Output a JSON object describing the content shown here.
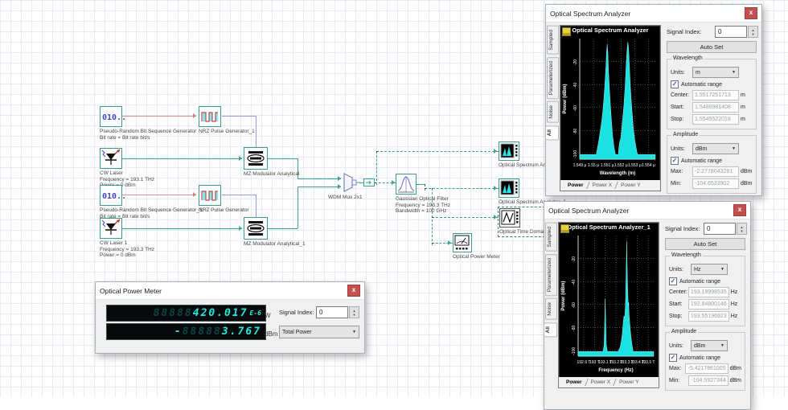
{
  "icons": {
    "close": "x",
    "spin_up": "▲",
    "spin_down": "▼",
    "dropdown": "▼",
    "check": "✓"
  },
  "canvas": {
    "prbs1": {
      "name": "Pseudo-Random Bit Sequence Generator",
      "param": "Bit rate = Bit rate  bit/s"
    },
    "nrz1": {
      "name": "NRZ Pulse Generator_1"
    },
    "cw1": {
      "name": "CW Laser",
      "p1": "Frequency = 193.1  THz",
      "p2": "Power = 0  dBm"
    },
    "mz1": {
      "name": "MZ Modulator Analytical"
    },
    "prbs2": {
      "name": "Pseudo-Random Bit Sequence Generator_1",
      "param": "Bit rate = Bit rate  bit/s"
    },
    "nrz2": {
      "name": "NRZ Pulse Generator"
    },
    "cw2": {
      "name": "CW Laser 1",
      "p1": "Frequency = 193.3  THz",
      "p2": "Power = 0  dBm"
    },
    "mz2": {
      "name": "MZ Modulator Analytical_1"
    },
    "mux": {
      "name": "WDM Mux 2x1"
    },
    "filter": {
      "name": "Gaussian Optical Filter",
      "p1": "Frequency = 193.3  THz",
      "p2": "Bandwidth = 100  GHz"
    },
    "osa1": {
      "name": "Optical Spectrum Analyzer"
    },
    "osa2": {
      "name": "Optical Spectrum Analyzer_1"
    },
    "otdv": {
      "name": "Optical Time Domain"
    },
    "opm": {
      "name": "Optical Power Meter"
    }
  },
  "windows": {
    "osa_common": {
      "side_tabs": [
        "Sampled",
        "Parameterized",
        "Noise",
        "All"
      ],
      "bottom_tabs": [
        "Power",
        "Power X",
        "Power Y"
      ]
    },
    "osa1": {
      "title": "Optical Spectrum Analyzer",
      "plot_title": "Optical Spectrum Analyzer",
      "signal_index_label": "Signal Index:",
      "signal_index_value": "0",
      "auto_set": "Auto Set",
      "wavelength": {
        "legend": "Wavelength",
        "units_label": "Units:",
        "units_value": "m",
        "auto_range": "Automatic range",
        "center_label": "Center:",
        "center_value": "1.5517251713",
        "center_unit": "m",
        "start_label": "Start:",
        "start_value": "1.5488981408",
        "start_unit": "m",
        "stop_label": "Stop:",
        "stop_value": "1.5545522018",
        "stop_unit": "m"
      },
      "amplitude": {
        "legend": "Amplitude",
        "units_label": "Units:",
        "units_value": "dBm",
        "auto_range": "Automatic range",
        "max_label": "Max:",
        "max_value": "-2.2778043281",
        "max_unit": "dBm",
        "min_label": "Min:",
        "min_value": "-104.6533902",
        "min_unit": "dBm"
      }
    },
    "osa2": {
      "title": "Optical Spectrum Analyzer",
      "plot_title": "Optical Spectrum Analyzer_1",
      "signal_index_label": "Signal Index:",
      "signal_index_value": "0",
      "auto_set": "Auto Set",
      "wavelength": {
        "legend": "Wavelength",
        "units_label": "Units:",
        "units_value": "Hz",
        "auto_range": "Automatic range",
        "center_label": "Center:",
        "center_value": "193.19998535",
        "center_unit": "Hz",
        "start_label": "Start:",
        "start_value": "192.84800146",
        "start_unit": "Hz",
        "stop_label": "Stop:",
        "stop_value": "193.55196923",
        "stop_unit": "Hz"
      },
      "amplitude": {
        "legend": "Amplitude",
        "units_label": "Units:",
        "units_value": "dBm",
        "auto_range": "Automatic range",
        "max_label": "Max:",
        "max_value": "-5.4217861005",
        "max_unit": "dBm",
        "min_label": "Min:",
        "min_value": "-104.5927344",
        "min_unit": "dBm"
      }
    },
    "power_meter": {
      "title": "Optical Power Meter",
      "display_w": {
        "ghost": "88888",
        "value": "420.017",
        "exp": "E-6",
        "unit": "W"
      },
      "display_dbm": {
        "sign": "-",
        "ghost": "88888",
        "value": "3.767",
        "unit": "dBm"
      },
      "signal_index_label": "Signal Index:",
      "signal_index_value": "0",
      "mode_value": "Total Power"
    }
  },
  "chart_data": [
    {
      "type": "area",
      "title": "Optical Spectrum Analyzer",
      "xlabel": "Wavelength (m)",
      "ylabel": "Power (dBm)",
      "x_unit": "μm",
      "xlim": [
        1.549,
        1.5545
      ],
      "ylim": [
        0,
        -105
      ],
      "grid": true,
      "xticks": [
        {
          "v": 1.549,
          "label": "1.549 μ"
        },
        {
          "v": 1.55,
          "label": "1.55 μ"
        },
        {
          "v": 1.551,
          "label": "1.551 μ"
        },
        {
          "v": 1.552,
          "label": "1.552 μ"
        },
        {
          "v": 1.553,
          "label": "1.553 μ"
        },
        {
          "v": 1.554,
          "label": "1.554 μ"
        }
      ],
      "yticks": [
        {
          "v": -20,
          "label": "-20"
        },
        {
          "v": -40,
          "label": "-40"
        },
        {
          "v": -60,
          "label": "-60"
        },
        {
          "v": -80,
          "label": "-80"
        },
        {
          "v": -100,
          "label": "-100"
        }
      ],
      "series": [
        {
          "name": "Power",
          "color": "#1ae2e2",
          "points": [
            [
              1.549,
              -101
            ],
            [
              1.5502,
              -101
            ],
            [
              1.5504,
              -88
            ],
            [
              1.5506,
              -72
            ],
            [
              1.5507,
              -60
            ],
            [
              1.5508,
              -45
            ],
            [
              1.5509,
              -25
            ],
            [
              1.55095,
              -12
            ],
            [
              1.551,
              -5
            ],
            [
              1.55105,
              -12
            ],
            [
              1.5511,
              -30
            ],
            [
              1.5512,
              -52
            ],
            [
              1.5513,
              -70
            ],
            [
              1.5514,
              -85
            ],
            [
              1.5515,
              -95
            ],
            [
              1.5516,
              -101
            ],
            [
              1.5518,
              -101
            ],
            [
              1.55185,
              -95
            ],
            [
              1.5519,
              -90
            ],
            [
              1.552,
              -86
            ],
            [
              1.5521,
              -72
            ],
            [
              1.5522,
              -60
            ],
            [
              1.5523,
              -42
            ],
            [
              1.5524,
              -18
            ],
            [
              1.55245,
              -8
            ],
            [
              1.5525,
              -3
            ],
            [
              1.55255,
              -8
            ],
            [
              1.5526,
              -20
            ],
            [
              1.5527,
              -45
            ],
            [
              1.5528,
              -62
            ],
            [
              1.5529,
              -78
            ],
            [
              1.553,
              -88
            ],
            [
              1.5531,
              -95
            ],
            [
              1.5532,
              -101
            ],
            [
              1.5545,
              -101
            ]
          ]
        }
      ]
    },
    {
      "type": "area",
      "title": "Optical Spectrum Analyzer_1",
      "xlabel": "Frequency (Hz)",
      "ylabel": "Power (dBm)",
      "x_unit": "THz",
      "xlim": [
        192.848,
        193.552
      ],
      "ylim": [
        0,
        -105
      ],
      "grid": true,
      "xticks": [
        {
          "v": 192.9,
          "label": "192.9 T"
        },
        {
          "v": 193,
          "label": "193 T"
        },
        {
          "v": 193.1,
          "label": "193.1 T"
        },
        {
          "v": 193.2,
          "label": "193.2 T"
        },
        {
          "v": 193.3,
          "label": "193.3 T"
        },
        {
          "v": 193.4,
          "label": "193.4 T"
        },
        {
          "v": 193.5,
          "label": "193.5 T"
        }
      ],
      "yticks": [
        {
          "v": -20,
          "label": "-20"
        },
        {
          "v": -40,
          "label": "-40"
        },
        {
          "v": -60,
          "label": "-60"
        },
        {
          "v": -80,
          "label": "-80"
        },
        {
          "v": -100,
          "label": "-100"
        }
      ],
      "series": [
        {
          "name": "Power",
          "color": "#1ae2e2",
          "points": [
            [
              192.848,
              -101
            ],
            [
              193.08,
              -101
            ],
            [
              193.09,
              -95
            ],
            [
              193.095,
              -75
            ],
            [
              193.1,
              -55
            ],
            [
              193.105,
              -75
            ],
            [
              193.11,
              -95
            ],
            [
              193.12,
              -101
            ],
            [
              193.22,
              -101
            ],
            [
              193.24,
              -97
            ],
            [
              193.25,
              -92
            ],
            [
              193.26,
              -85
            ],
            [
              193.27,
              -74
            ],
            [
              193.275,
              -70
            ],
            [
              193.28,
              -72
            ],
            [
              193.285,
              -68
            ],
            [
              193.29,
              -55
            ],
            [
              193.295,
              -32
            ],
            [
              193.3,
              -5.4
            ],
            [
              193.305,
              -28
            ],
            [
              193.31,
              -48
            ],
            [
              193.315,
              -62
            ],
            [
              193.318,
              -58
            ],
            [
              193.322,
              -68
            ],
            [
              193.33,
              -78
            ],
            [
              193.34,
              -88
            ],
            [
              193.35,
              -95
            ],
            [
              193.36,
              -101
            ],
            [
              193.552,
              -101
            ]
          ]
        }
      ]
    }
  ]
}
